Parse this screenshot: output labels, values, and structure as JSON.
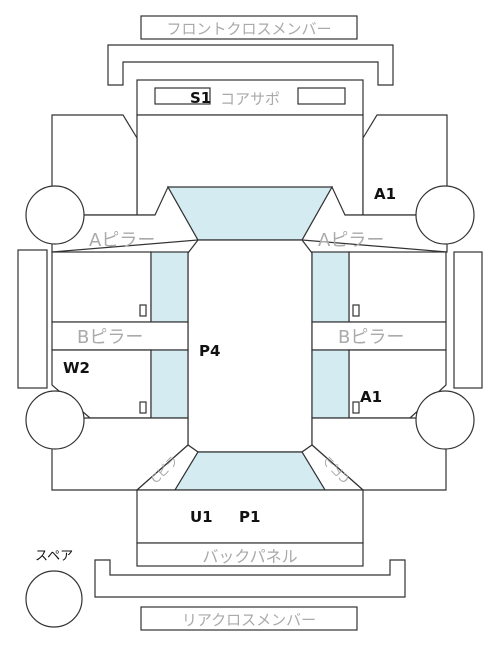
{
  "labels": {
    "front_cross_member": "フロントクロスメンバー",
    "core_support": "コアサポ",
    "a_pillar_left": "Aピラー",
    "a_pillar_right": "Aピラー",
    "b_pillar_left": "Bピラー",
    "b_pillar_right": "Bピラー",
    "c_left": "Cピラ",
    "c_right": "Cピラ",
    "back_panel": "バックパネル",
    "rear_cross_member": "リアクロスメンバー",
    "spare": "スペア"
  },
  "codes": {
    "s1": "S1",
    "a1_top": "A1",
    "p4": "P4",
    "w2": "W2",
    "a1_bottom": "A1",
    "u1": "U1",
    "p1": "P1"
  },
  "colors": {
    "glass": "#d4ebf2",
    "outline": "#333333",
    "label_gray": "#aaaaaa"
  }
}
